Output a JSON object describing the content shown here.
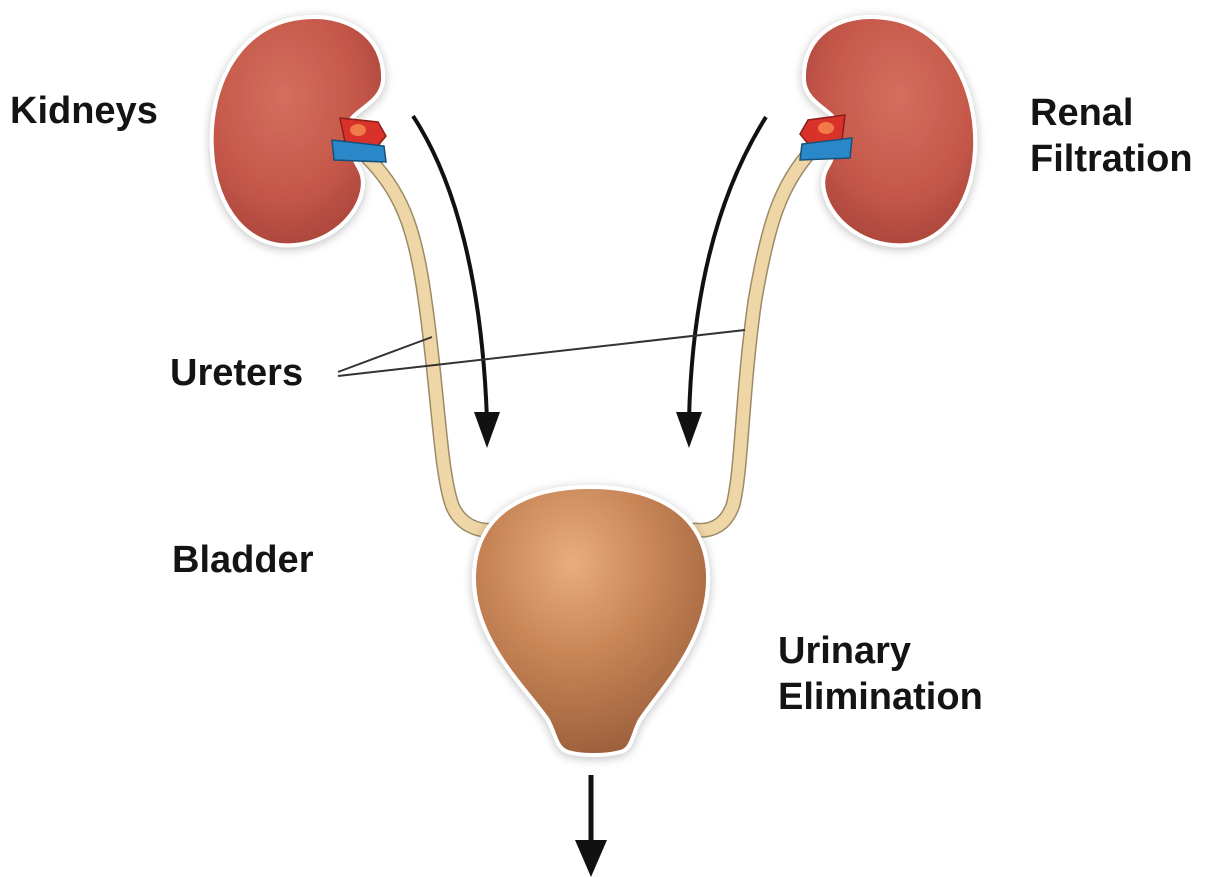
{
  "labels": {
    "kidneys": "Kidneys",
    "renal_line1": "Renal",
    "renal_line2": "Filtration",
    "ureters": "Ureters",
    "bladder": "Bladder",
    "urinary_line1": "Urinary",
    "urinary_line2": "Elimination"
  },
  "colors": {
    "kidney": "#c5584a",
    "ureter": "#efd6a6",
    "bladder": "#c98758",
    "artery": "#d8322a",
    "vein": "#2a88c8",
    "arrow": "#111111",
    "text": "#141414"
  }
}
